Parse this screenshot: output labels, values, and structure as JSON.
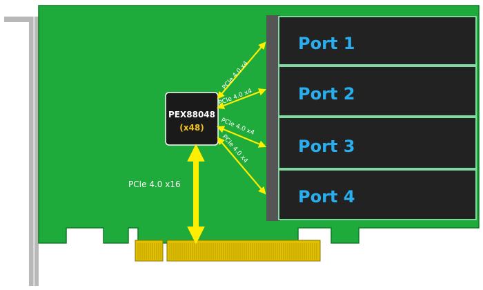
{
  "chip": {
    "name": "PEX88048",
    "lanes": "(x48)"
  },
  "host_link": {
    "label": "PCIe 4.0 x16"
  },
  "ports": [
    {
      "label": "Port 1",
      "link": "PCIe 4.0 x4"
    },
    {
      "label": "Port 2",
      "link": "PCIe 4.0 x4"
    },
    {
      "label": "Port 3",
      "link": "PCIe 4.0 x4"
    },
    {
      "label": "Port 4",
      "link": "PCIe 4.0 x4"
    }
  ],
  "colors": {
    "pcb": "#1faa3c",
    "pcb_edge": "#0f7a26",
    "chip": "#1a1a1a",
    "lane_value": "#f0c020",
    "arrow": "#ffee00",
    "port_bg": "#222222",
    "port_border": "#7fd9a0",
    "port_text": "#29aef0",
    "connector": "#e0c000",
    "bracket": "#b8b8b8"
  }
}
